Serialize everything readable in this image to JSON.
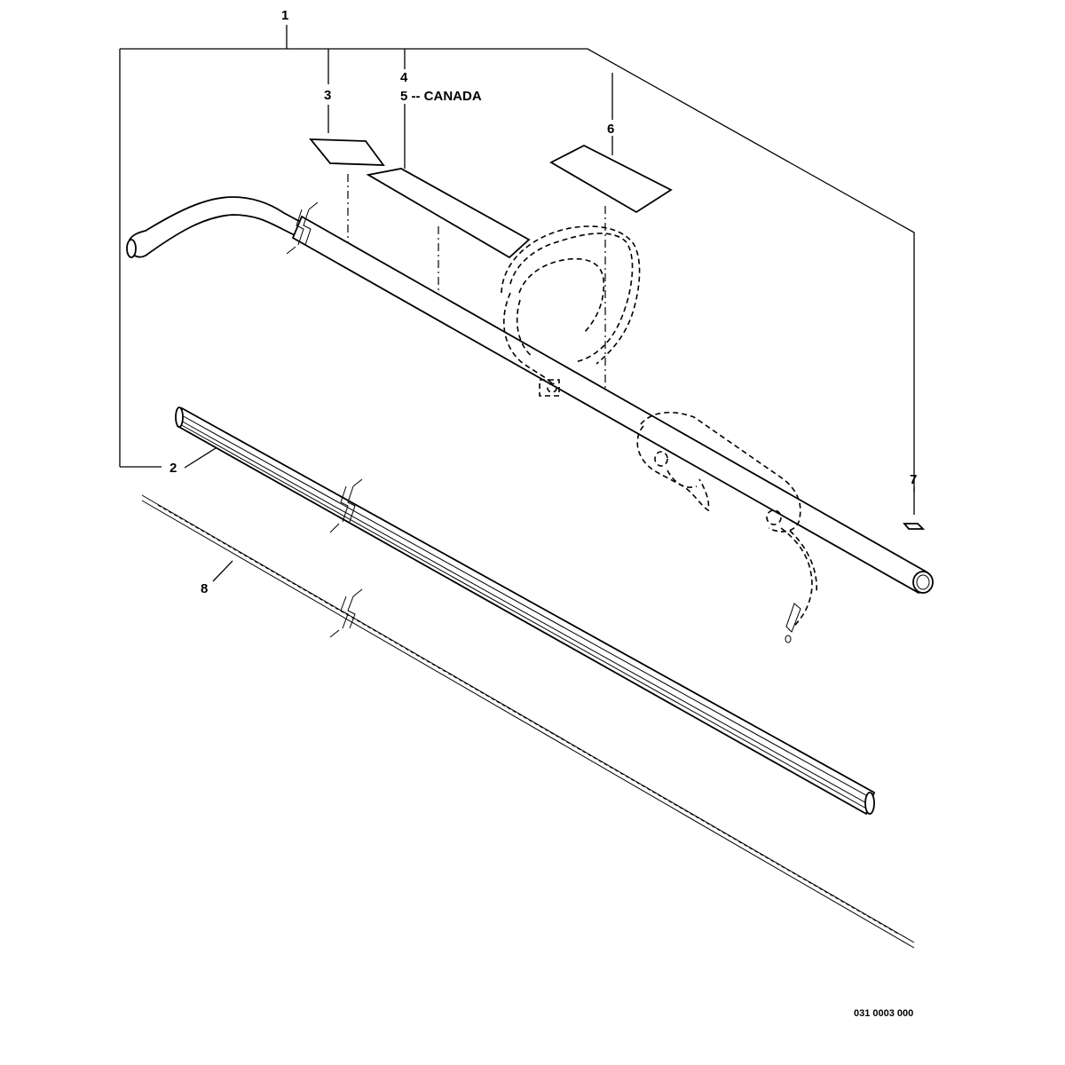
{
  "callouts": {
    "c1": "1",
    "c2": "2",
    "c3": "3",
    "c4": "4",
    "c5": "5 -- CANADA",
    "c6": "6",
    "c7": "7",
    "c8": "8"
  },
  "drawing_number": "031 0003 000"
}
